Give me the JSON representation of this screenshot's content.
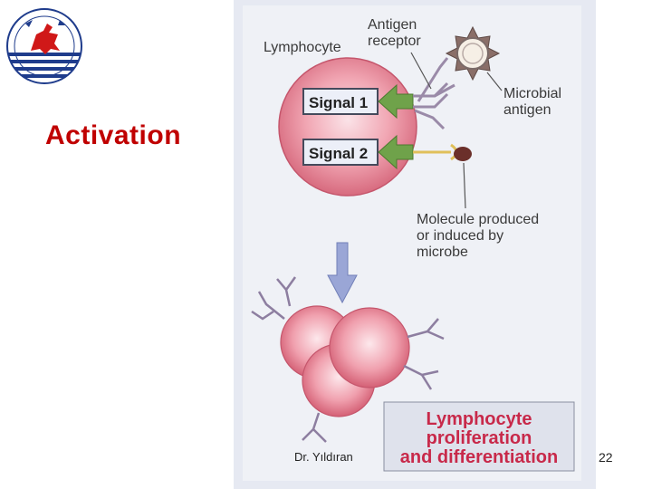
{
  "slide": {
    "title": "Activation",
    "footer_author": "Dr. Yıldıran",
    "page_number": "22"
  },
  "figure": {
    "labels": {
      "lymphocyte": "Lymphocyte",
      "antigen_receptor_line1": "Antigen",
      "antigen_receptor_line2": "receptor",
      "microbial_antigen_line1": "Microbial",
      "microbial_antigen_line2": "antigen",
      "signal1": "Signal 1",
      "signal2": "Signal 2",
      "molecule_line1": "Molecule produced",
      "molecule_line2": "or induced by",
      "molecule_line3": "microbe",
      "result_line1": "Lymphocyte",
      "result_line2": "proliferation",
      "result_line3": "and differentiation"
    }
  },
  "colors": {
    "title": "#c00000",
    "result_text": "#c8294a",
    "cell_fill": "#e98a9a",
    "signal_arrow": "#6fa24a",
    "down_arrow": "#9aa6d6"
  }
}
